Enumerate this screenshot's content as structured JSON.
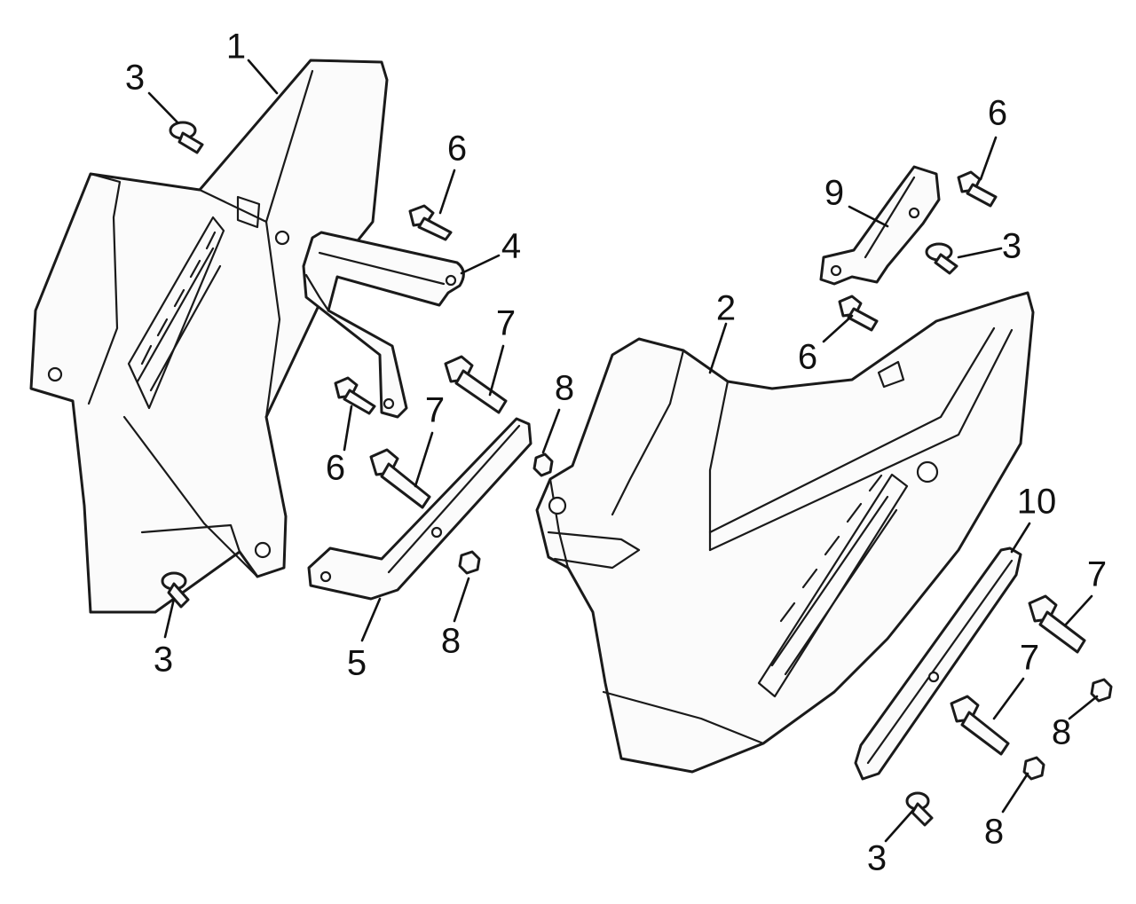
{
  "diagram": {
    "callouts": [
      {
        "id": "c1",
        "text": "1"
      },
      {
        "id": "c2",
        "text": "2"
      },
      {
        "id": "c3a",
        "text": "3"
      },
      {
        "id": "c3b",
        "text": "3"
      },
      {
        "id": "c3c",
        "text": "3"
      },
      {
        "id": "c3d",
        "text": "3"
      },
      {
        "id": "c4",
        "text": "4"
      },
      {
        "id": "c5",
        "text": "5"
      },
      {
        "id": "c6a",
        "text": "6"
      },
      {
        "id": "c6b",
        "text": "6"
      },
      {
        "id": "c6c",
        "text": "6"
      },
      {
        "id": "c6d",
        "text": "6"
      },
      {
        "id": "c7a",
        "text": "7"
      },
      {
        "id": "c7b",
        "text": "7"
      },
      {
        "id": "c7c",
        "text": "7"
      },
      {
        "id": "c7d",
        "text": "7"
      },
      {
        "id": "c8a",
        "text": "8"
      },
      {
        "id": "c8b",
        "text": "8"
      },
      {
        "id": "c8c",
        "text": "8"
      },
      {
        "id": "c8d",
        "text": "8"
      },
      {
        "id": "c9",
        "text": "9"
      },
      {
        "id": "c10",
        "text": "10"
      }
    ]
  }
}
